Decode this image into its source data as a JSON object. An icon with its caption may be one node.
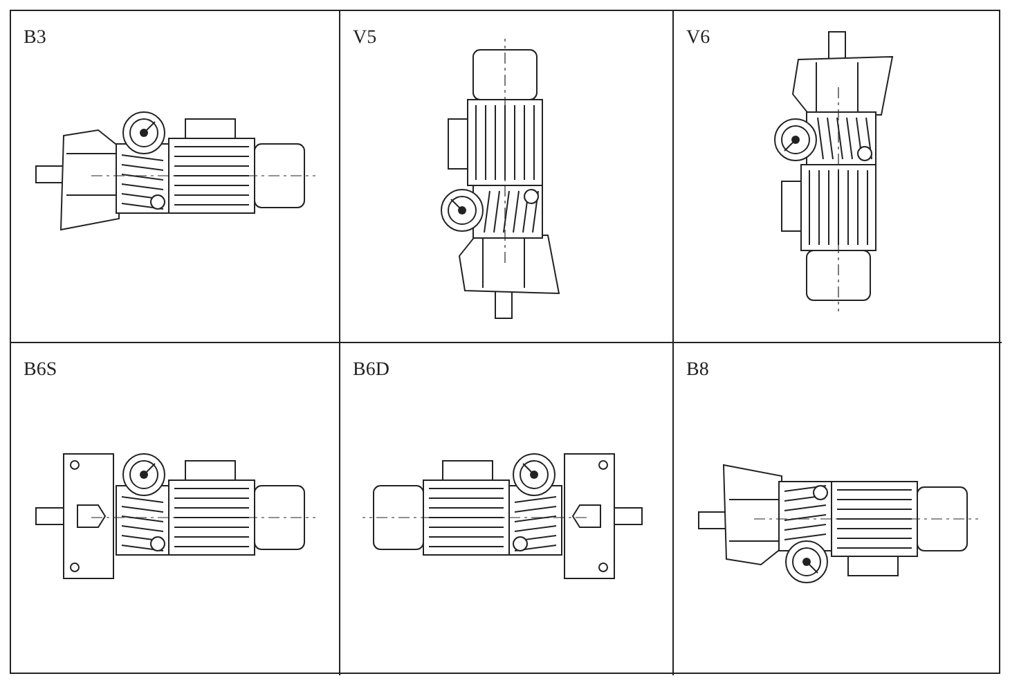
{
  "diagram": {
    "labels": [
      "B3",
      "V5",
      "V6",
      "B6S",
      "B6D",
      "B8"
    ]
  }
}
